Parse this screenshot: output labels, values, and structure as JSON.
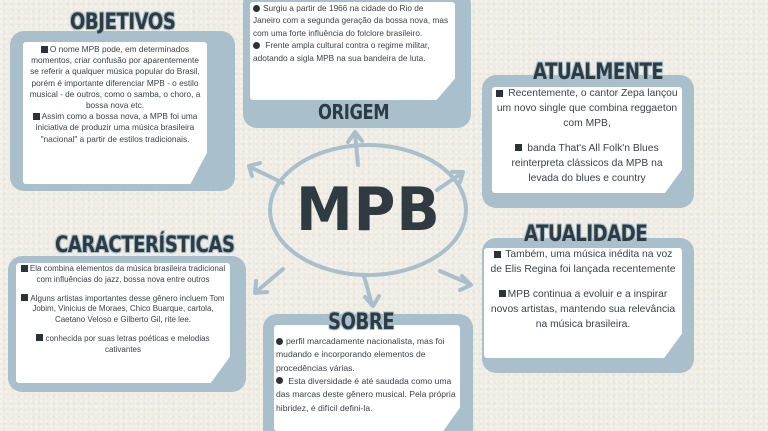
{
  "center": {
    "label": "MPB"
  },
  "objetivos": {
    "title": "OBJETIVOS",
    "bullets": [
      "O nome MPB pode, em determinados momentos, criar confusão por aparentemente se referir a qualquer música popular do Brasil, porém é importante diferenciar MPB - o estilo musical - de outros, como o samba, o choro, a bossa nova etc.",
      "Assim como a bossa nova, a MPB foi uma iniciativa de produzir uma música brasileira \"nacional\" a partir de estilos tradicionais."
    ]
  },
  "origem": {
    "title": "ORIGEM",
    "bullets": [
      "Surgiu a partir de 1966 na cidade do Rio de Janeiro com a segunda geração da bossa nova, mas com uma forte influência do folclore brasileiro.",
      " Frente ampla cultural contra o regime militar, adotando a sigla MPB na sua bandeira de luta."
    ]
  },
  "atualmente": {
    "title": "ATUALMENTE",
    "bullets": [
      " Recentemente, o cantor Zepa lançou um novo single que combina reggaeton com MPB,",
      " banda That's All Folk'n Blues reinterpreta clássicos da MPB na levada do blues e country"
    ]
  },
  "atualidade": {
    "title": "ATUALIDADE",
    "bullets": [
      " Também, uma música inédita na voz de Elis Regina foi lançada recentemente",
      "MPB continua a evoluir e a inspirar novos artistas, mantendo sua relevância na música brasileira."
    ]
  },
  "caracteristicas": {
    "title": "CARACTERÍSTICAS",
    "bullets": [
      "Ela combina elementos da música brasileira tradicional com influências do jazz, bossa nova entre outros",
      "Alguns artistas importantes desse gênero incluem Tom Jobim, Vinicius de Moraes, Chico Buarque, cartola, Caetano Veloso e Gilberto Gil, rite lee.",
      "conhecida por suas letras poéticas e melodias cativantes"
    ]
  },
  "sobre": {
    "title": "SOBRE",
    "bullets": [
      "perfil marcadamente nacionalista, mas foi mudando e incorporando elementos de procedências várias.",
      " Esta diversidade é até saudada como uma das marcas deste gênero musical. Pela própria hibridez, é difícil defini-la."
    ]
  },
  "colors": {
    "background": "#efece4",
    "frame": "#a9bfcb",
    "card": "#ffffff",
    "text_dark": "#2d3c44"
  }
}
